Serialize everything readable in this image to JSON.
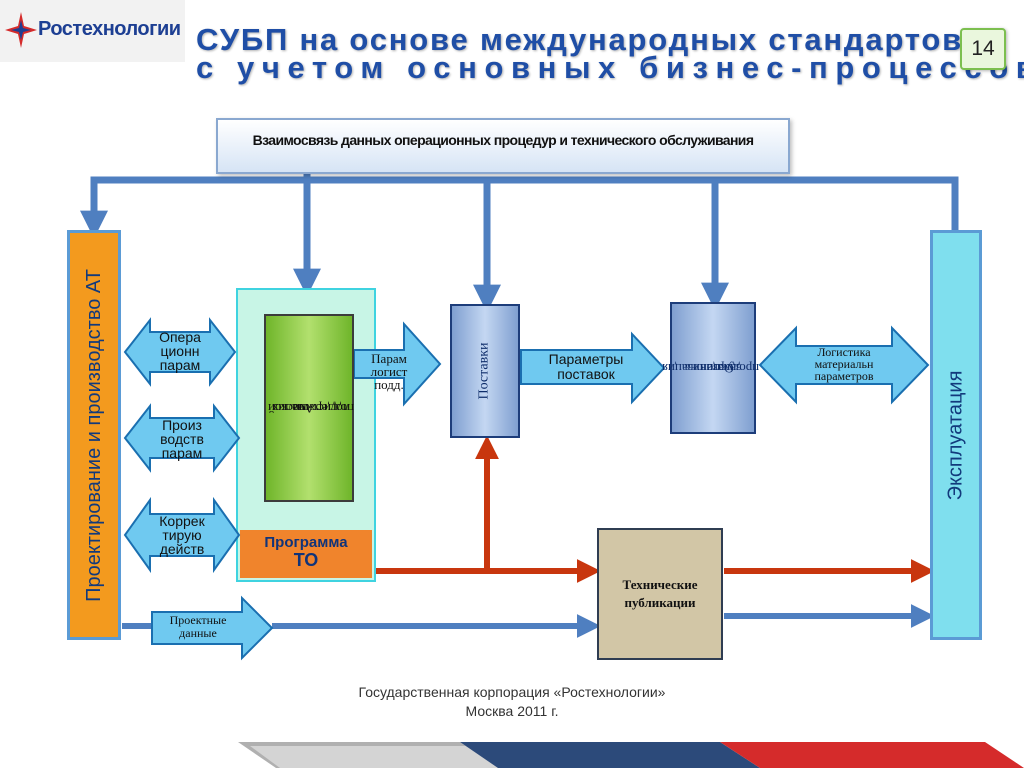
{
  "logo": {
    "text": "Ростехнологии"
  },
  "title": {
    "line1": "СУБП на основе международных стандартов",
    "line2": "с учетом основных бизнес-процессов"
  },
  "slide_number": "14",
  "top_box": {
    "label": "Взаимосвязь данных операционных процедур и технического  обслуживания"
  },
  "left_column": {
    "label": "Проектирование и производство АТ"
  },
  "right_column": {
    "label": "Эксплуатация"
  },
  "left_arrows": [
    {
      "lines": [
        "Опера",
        "ционн",
        "парам"
      ]
    },
    {
      "lines": [
        "Произ",
        "водств",
        "парам"
      ]
    },
    {
      "lines": [
        "Коррек",
        "тирую",
        "действ"
      ]
    }
  ],
  "program": {
    "line1": "Программа",
    "line2": "ТО"
  },
  "analysis": {
    "lines": [
      "Анализ",
      "логистической",
      "поддержки"
    ]
  },
  "param_log_arrow": {
    "lines": [
      "Парам",
      "логист",
      "подд."
    ]
  },
  "postavki": {
    "label": "Поставки"
  },
  "param_postavok_arrow": {
    "lines": [
      "Параметры",
      "поставок"
    ]
  },
  "orders": {
    "lines": [
      "Организация",
      "заказов на",
      "продукцию"
    ]
  },
  "logistics_arrow": {
    "lines": [
      "Логистика",
      "материальн",
      "параметров"
    ]
  },
  "design_data_arrow": {
    "lines": [
      "Проектные",
      "данные"
    ]
  },
  "tech_publications": {
    "lines": [
      "Технические",
      "публикации"
    ]
  },
  "footer": {
    "line1": "Государственная корпорация «Ростехнологии»",
    "line2": "Москва 2011 г."
  }
}
